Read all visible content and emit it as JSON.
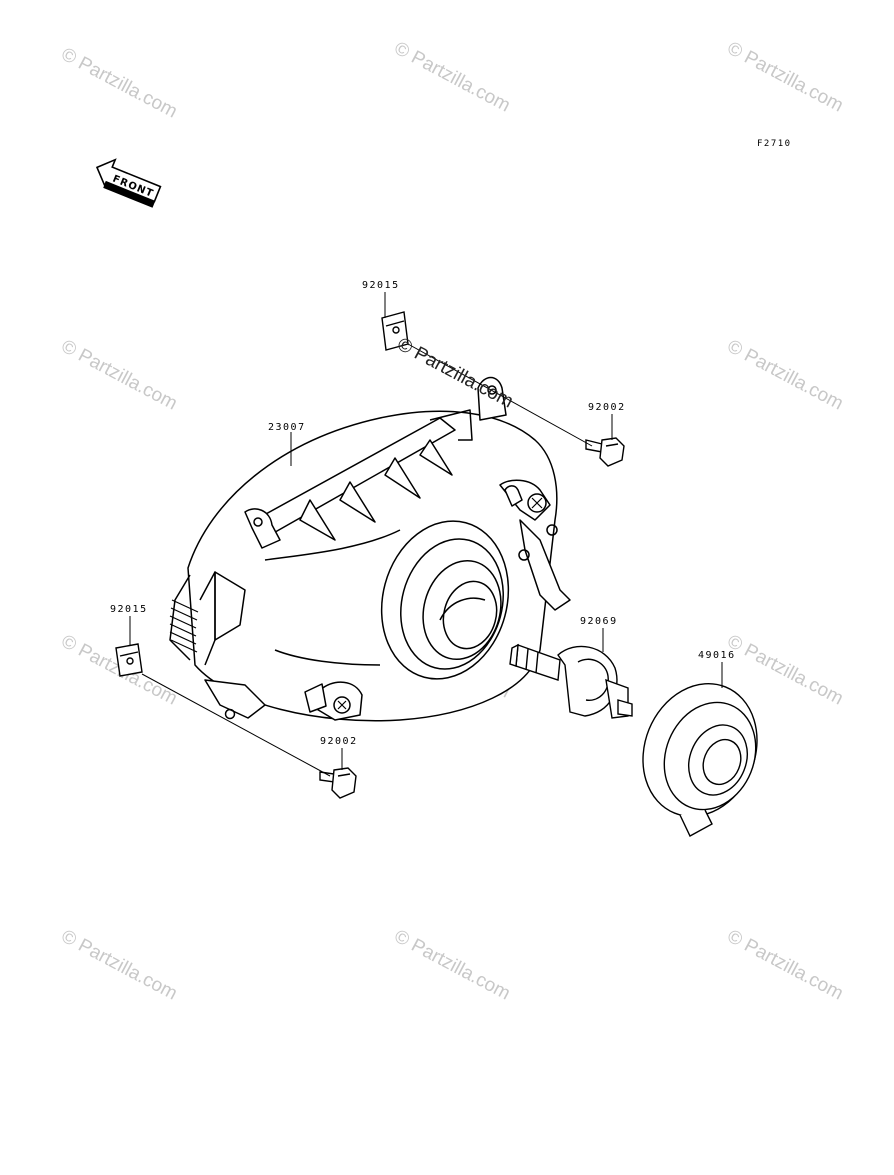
{
  "diagram": {
    "code": "F2710",
    "front_label": "FRONT",
    "parts": [
      {
        "number": "92015"
      },
      {
        "number": "92002"
      },
      {
        "number": "23007"
      },
      {
        "number": "92015"
      },
      {
        "number": "92069"
      },
      {
        "number": "49016"
      },
      {
        "number": "92002"
      }
    ]
  },
  "watermark": {
    "text": "© Partzilla.com",
    "overlay_text": "© Partzilla.com"
  }
}
